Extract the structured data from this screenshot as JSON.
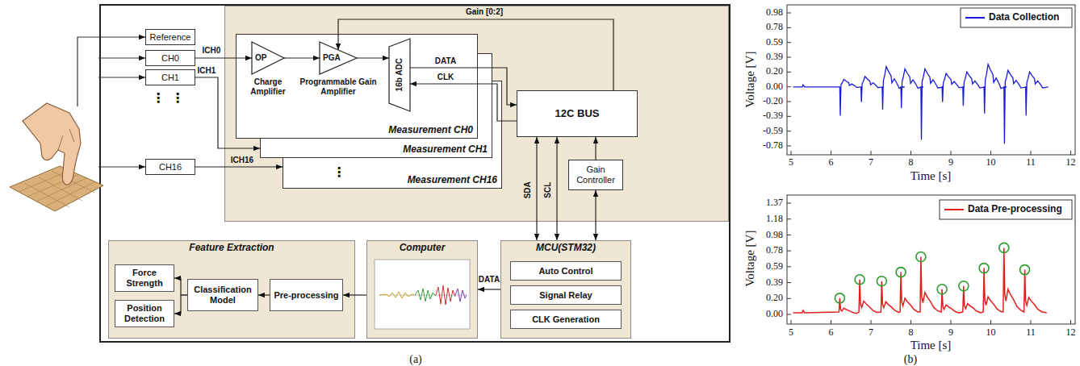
{
  "diagram": {
    "nodes": [
      {
        "text": [
          "Reference"
        ]
      },
      {
        "text": [
          "CH0"
        ]
      },
      {
        "text": [
          "CH1"
        ]
      },
      {
        "text": [
          "CH16"
        ]
      },
      {
        "text": [
          "Measurement CH0"
        ]
      },
      {
        "text": [
          "OP",
          "Charge Amplifier"
        ],
        "in": 4
      },
      {
        "text": [
          "PGA",
          "Programmable Gain Amplifier"
        ],
        "in": 4
      },
      {
        "text": [
          "16b ADC"
        ],
        "in": 4
      },
      {
        "text": [
          "Measurement CH1"
        ]
      },
      {
        "text": [
          "Measurement CH16"
        ]
      },
      {
        "text": [
          "12C BUS"
        ]
      },
      {
        "text": [
          "Gain Controller"
        ]
      },
      {
        "text": [
          "MCU(STM32)"
        ]
      },
      {
        "text": [
          "Auto Control"
        ],
        "in": 12
      },
      {
        "text": [
          "Signal Relay"
        ],
        "in": 12
      },
      {
        "text": [
          "CLK Generation"
        ],
        "in": 12
      },
      {
        "text": [
          "Computer"
        ]
      },
      {
        "text": [
          "Feature Extraction"
        ]
      },
      {
        "text": [
          "Force Strength"
        ],
        "in": 17
      },
      {
        "text": [
          "Position Detection"
        ],
        "in": 17
      },
      {
        "text": [
          "Classification Model"
        ],
        "in": 17
      },
      {
        "text": [
          "Pre-processing"
        ],
        "in": 17
      }
    ],
    "edges": [
      {
        "from": 1,
        "to": 5,
        "label": "ICH0",
        "arrow": "to"
      },
      {
        "from": 2,
        "to": 8,
        "label": "ICH1",
        "arrow": "to"
      },
      {
        "from": 3,
        "to": 9,
        "label": "ICH16",
        "arrow": "to"
      },
      {
        "from": 5,
        "to": 6,
        "arrow": "to"
      },
      {
        "from": 6,
        "to": 7,
        "arrow": "to"
      },
      {
        "from": 7,
        "to": 10,
        "label": "DATA",
        "arrow": "to"
      },
      {
        "from": 10,
        "to": 7,
        "label": "CLK",
        "arrow": "to"
      },
      {
        "from": 10,
        "to": 6,
        "label": "Gain [0:2]",
        "arrow": "to"
      },
      {
        "from": 10,
        "to": 12,
        "label": "SDA",
        "arrow": "both"
      },
      {
        "from": 10,
        "to": 12,
        "label": "SCL",
        "arrow": "both"
      },
      {
        "from": 11,
        "to": 10,
        "arrow": "to"
      },
      {
        "from": 12,
        "to": 11,
        "arrow": "both"
      },
      {
        "from": 12,
        "to": 16,
        "label": "DATA",
        "arrow": "to"
      },
      {
        "from": 16,
        "to": 21,
        "arrow": "to"
      },
      {
        "from": 21,
        "to": 20,
        "arrow": "to"
      },
      {
        "from": 20,
        "to": 18,
        "arrow": "to"
      },
      {
        "from": 20,
        "to": 19,
        "arrow": "to"
      }
    ],
    "labels": [
      "(a)",
      "⋮",
      "⋮",
      "⋮",
      "0.98",
      "0.78",
      "0.59",
      "0.39",
      "0.20",
      "0.00",
      "-0.20",
      "-0.39",
      "-0.59",
      "-0.78",
      "Voltage [V]",
      "5",
      "6",
      "7",
      "8",
      "9",
      "10",
      "11",
      "12",
      "Time [s]",
      "1.37",
      "1.18",
      "0.98",
      "0.78",
      "0.59",
      "0.39",
      "0.20",
      "0.00",
      "Voltage [V]",
      "5",
      "6",
      "7",
      "8",
      "9",
      "10",
      "11",
      "12",
      "Time [s]",
      "(b)"
    ],
    "legend": [
      {
        "text": "Data Collection"
      },
      {
        "text": "Data Pre-processing"
      }
    ]
  }
}
